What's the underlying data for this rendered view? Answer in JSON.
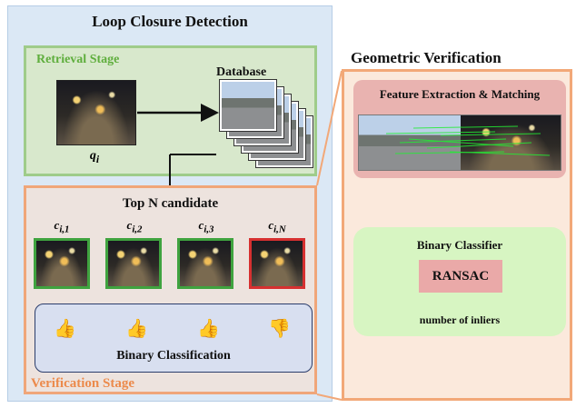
{
  "loop_closure": {
    "title": "Loop Closure Detection"
  },
  "retrieval": {
    "stage_label": "Retrieval Stage",
    "query_label": "q",
    "query_subscript": "i",
    "database_label": "Database"
  },
  "verification": {
    "topn_title": "Top N candidate",
    "candidates": [
      {
        "label": "c",
        "sub": "i,1",
        "result": "positive"
      },
      {
        "label": "c",
        "sub": "i,2",
        "result": "positive"
      },
      {
        "label": "c",
        "sub": "i,3",
        "result": "positive"
      },
      {
        "label": "c",
        "sub": "i,N",
        "result": "negative"
      }
    ],
    "binary_label": "Binary Classification",
    "stage_label": "Verification Stage"
  },
  "geometric": {
    "title": "Geometric Verification",
    "feature_label": "Feature Extraction & Matching",
    "classifier_label": "Binary Classifier",
    "ransac_label": "RANSAC",
    "inliers_label": "number of inliers"
  },
  "colors": {
    "retrieval_border": "#9fcc8a",
    "verification_border": "#f0a679",
    "positive": "#5fb04a",
    "negative": "#d63030",
    "match_lines": "#22ee33"
  }
}
